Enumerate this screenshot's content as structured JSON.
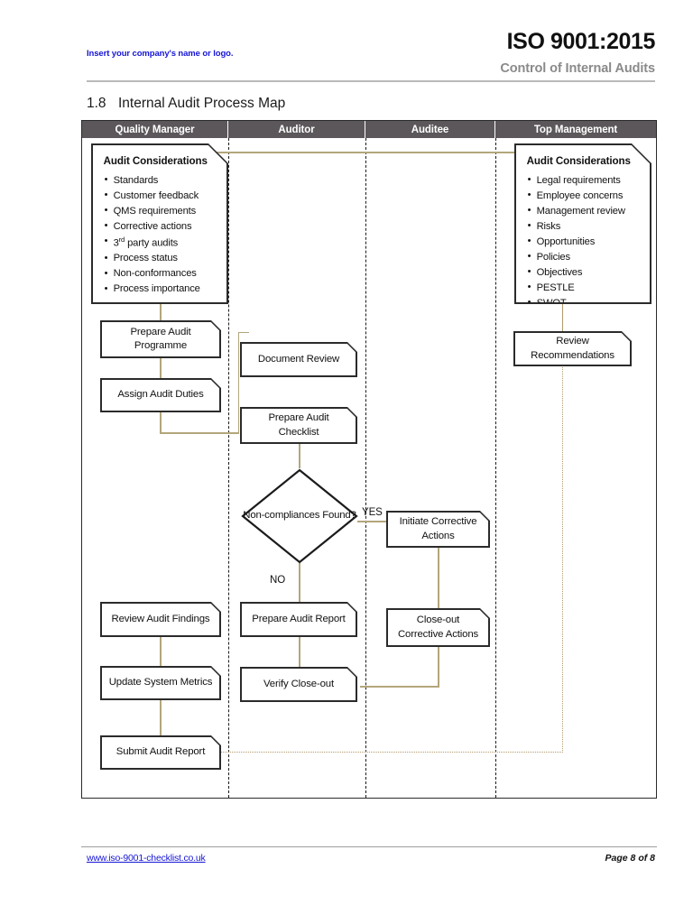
{
  "header": {
    "company_placeholder": "Insert your company's name or logo.",
    "standard": "ISO 9001:2015",
    "document_title": "Control of Internal Audits"
  },
  "section": {
    "number": "1.8",
    "title": "Internal Audit Process Map"
  },
  "diagram": {
    "lanes": [
      {
        "label": "Quality Manager"
      },
      {
        "label": "Auditor"
      },
      {
        "label": "Auditee"
      },
      {
        "label": "Top Management"
      }
    ],
    "cards": [
      {
        "title": "Audit Considerations",
        "items": [
          "Standards",
          "Customer feedback",
          "QMS requirements",
          "Corrective actions",
          "3rd party audits",
          "Process status",
          "Non-conformances",
          "Process importance"
        ]
      },
      {
        "title": "Audit Considerations",
        "items": [
          "Legal requirements",
          "Employee concerns",
          "Management review",
          "Risks",
          "Opportunities",
          "Policies",
          "Objectives",
          "PESTLE",
          "SWOT"
        ]
      }
    ],
    "nodes": {
      "prepare_audit_programme": "Prepare Audit Programme",
      "assign_audit_duties": "Assign Audit Duties",
      "document_review": "Document Review",
      "prepare_audit_checklist": "Prepare Audit Checklist",
      "decision": "Non-compliances Found?",
      "initiate_corrective_actions": "Initiate Corrective Actions",
      "close_out_corrective_actions": "Close-out Corrective Actions",
      "review_audit_findings": "Review Audit Findings",
      "prepare_audit_report": "Prepare Audit Report",
      "update_system_metrics": "Update System Metrics",
      "verify_close_out": "Verify Close-out",
      "submit_audit_report": "Submit Audit Report",
      "review_recommendations": "Review Recommendations"
    },
    "branch_labels": {
      "yes": "YES",
      "no": "NO"
    },
    "colors": {
      "lane_header_bg": "#5b575a",
      "connector": "#b3a67c",
      "dotted_connector": "#b39a6e",
      "shape_border": "#2b2b2b"
    }
  },
  "footer": {
    "link": "www.iso-9001-checklist.co.uk",
    "page": "Page 8 of 8"
  }
}
